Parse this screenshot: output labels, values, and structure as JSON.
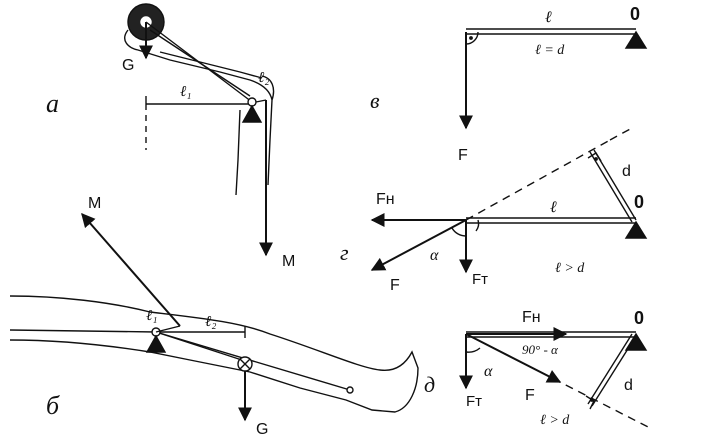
{
  "panels": {
    "a": {
      "letter": "а",
      "force_g": "G",
      "len_1": "ℓ₁",
      "len_2": "ℓ₂",
      "force_m": "M"
    },
    "b": {
      "letter": "б",
      "force_m": "M",
      "len_1": "ℓ₁",
      "len_2": "ℓ₂",
      "force_g": "G"
    },
    "v": {
      "letter": "в",
      "lever": "ℓ",
      "pivot": "0",
      "relation": "ℓ = d",
      "force_f": "F"
    },
    "g": {
      "letter": "г",
      "force_fh": "Fн",
      "lever": "ℓ",
      "arm_d": "d",
      "pivot": "0",
      "angle": "α",
      "force_f": "F",
      "force_ft": "Fт",
      "relation": "ℓ > d"
    },
    "d": {
      "letter": "д",
      "force_fh": "Fн",
      "pivot": "0",
      "angle_comp": "90° - α",
      "angle": "α",
      "force_f": "F",
      "arm_d": "d",
      "force_ft": "Fт",
      "relation": "ℓ > d"
    }
  }
}
